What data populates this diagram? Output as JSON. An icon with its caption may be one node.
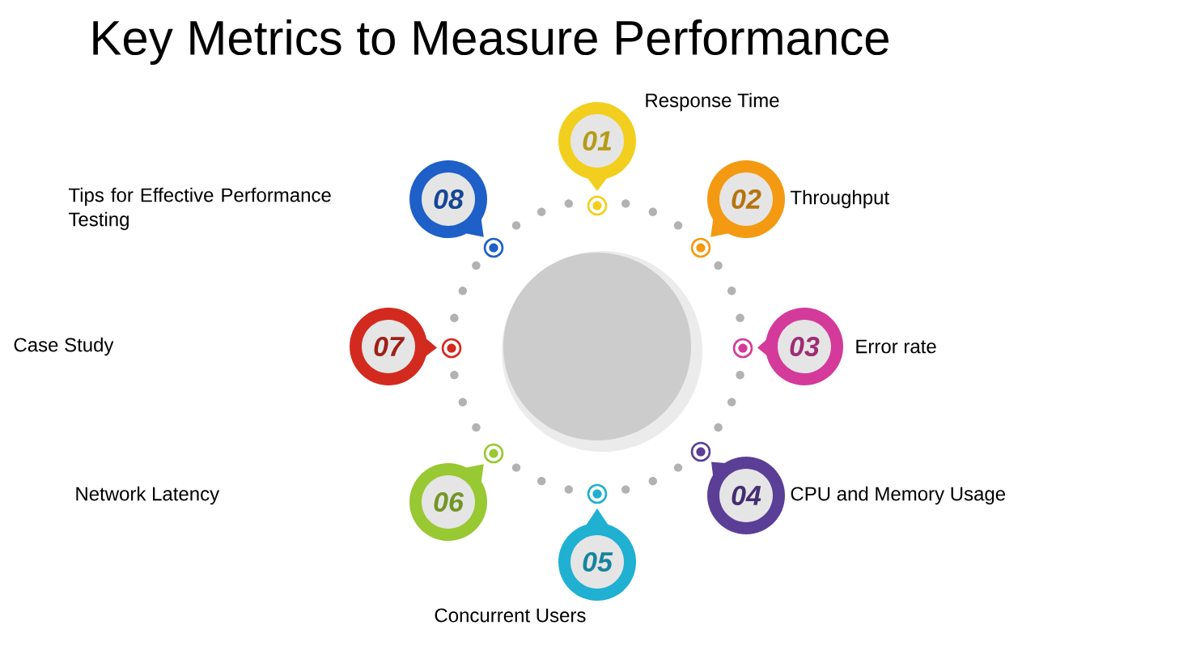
{
  "diagram": {
    "title": "Key Metrics to Measure Performance",
    "nodes": [
      {
        "text": [],
        "shape": "circle"
      },
      {
        "text": [
          "01"
        ],
        "beside": [
          "Response Time"
        ]
      },
      {
        "text": [
          "02"
        ],
        "beside": [
          "Throughput"
        ]
      },
      {
        "text": [
          "03"
        ],
        "beside": [
          "Error rate"
        ]
      },
      {
        "text": [
          "04"
        ],
        "beside": [
          "CPU and Memory Usage"
        ]
      },
      {
        "text": [
          "05"
        ],
        "beside": [
          "Concurrent Users"
        ]
      },
      {
        "text": [
          "06"
        ]
      },
      {
        "text": [
          "07"
        ]
      },
      {
        "text": [
          "08"
        ]
      }
    ],
    "labels": [
      "Tips for Effective Performance Testing",
      "Case Study",
      "Network Latency"
    ]
  }
}
